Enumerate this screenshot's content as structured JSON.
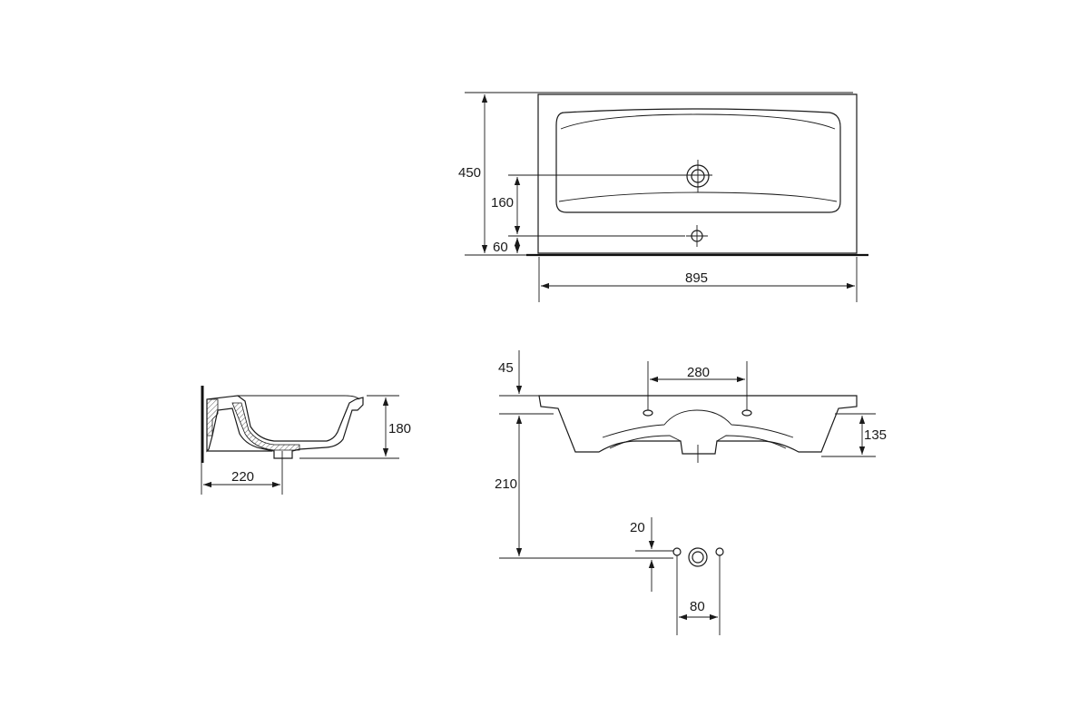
{
  "dimensions": {
    "top_height": "450",
    "top_tap_offset": "160",
    "top_front_offset": "60",
    "top_width": "895",
    "side_height": "180",
    "side_depth": "220",
    "front_top": "45",
    "front_hole_spacing": "280",
    "front_height": "135",
    "front_drop": "210",
    "detail_offset": "20",
    "detail_spacing": "80"
  }
}
